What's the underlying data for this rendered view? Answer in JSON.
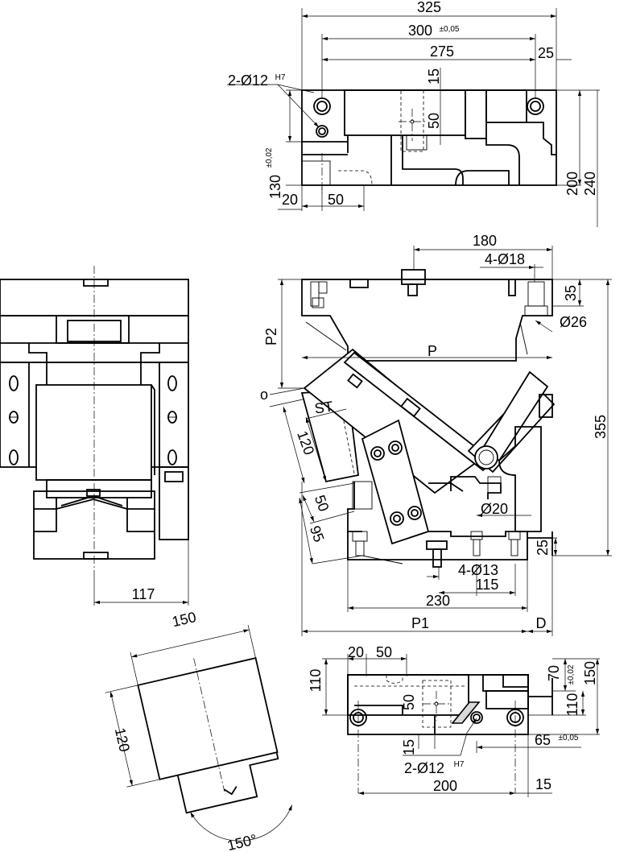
{
  "dims": {
    "top_325": "325",
    "top_300": "300",
    "top_300_tol": "±0,05",
    "top_275": "275",
    "top_25": "25",
    "top_15": "15",
    "top_50": "50",
    "top_hole": "2-Ø12",
    "top_hole_tol": "H7",
    "top_130": "130",
    "top_130_tol": "±0,02",
    "top_20": "20",
    "top_50b": "50",
    "top_200": "200",
    "top_240": "240",
    "main_180": "180",
    "main_4018": "4-Ø18",
    "main_35": "35",
    "main_026": "Ø26",
    "main_P2": "P2",
    "main_P": "P",
    "main_deg": "o",
    "main_ST": "ST",
    "main_120": "120",
    "main_50": "50",
    "main_95": "95",
    "main_020": "Ø20",
    "main_25": "25",
    "main_4013": "4-Ø13",
    "main_115": "115",
    "main_230": "230",
    "main_P1": "P1",
    "main_D": "D",
    "main_355": "355",
    "left_117": "117",
    "bl_150": "150",
    "bl_120": "120",
    "bl_150deg": "150°",
    "br_20": "20",
    "br_50": "50",
    "br_110": "110",
    "br_70": "70",
    "br_110b": "110",
    "br_110b_tol": "±0,02",
    "br_150": "150",
    "br_50v": "50",
    "br_15": "15",
    "br_65": "65",
    "br_65_tol": "±0,05",
    "br_hole": "2-Ø12",
    "br_hole_tol": "H7",
    "br_200": "200",
    "br_15b": "15"
  }
}
